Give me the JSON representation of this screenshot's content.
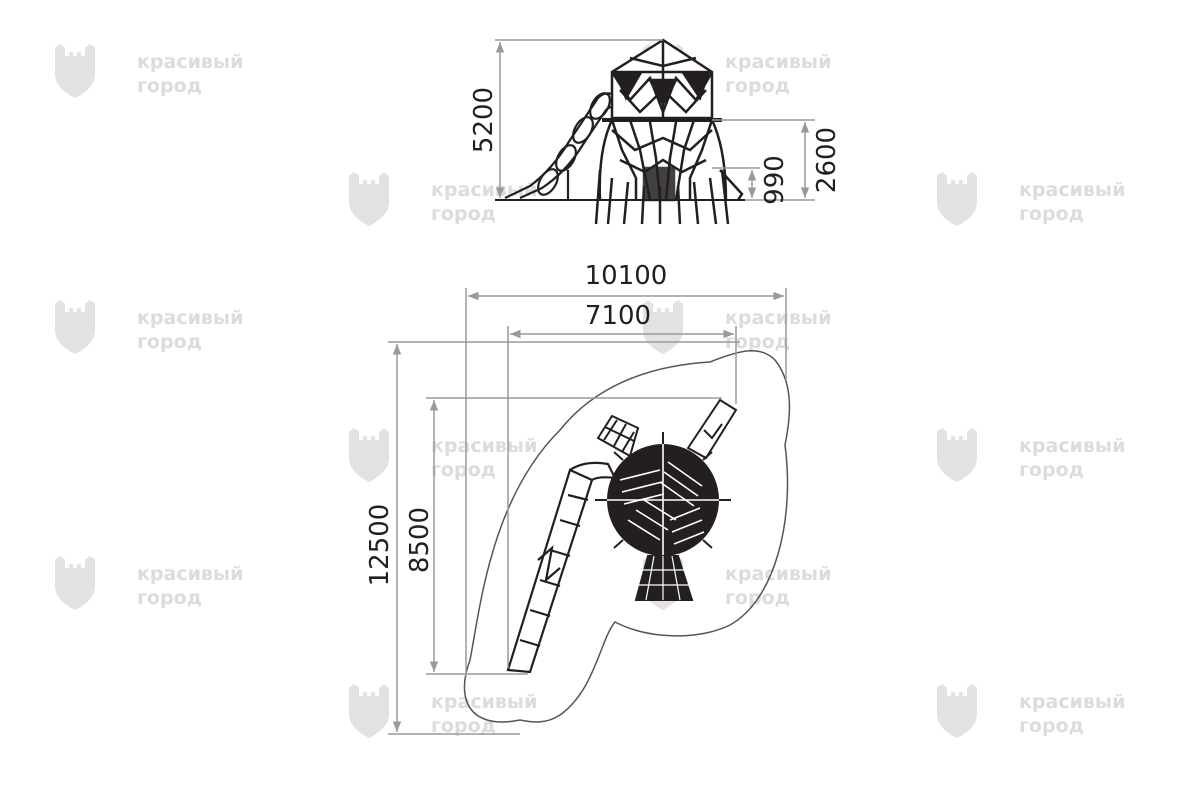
{
  "watermark": {
    "line1": "красивый",
    "line2": "город",
    "logo": "castle-shield-logo",
    "color": "#dedede"
  },
  "colors": {
    "ink": "#231f20",
    "dimension": "#9a9a9a",
    "outline": "#555555"
  },
  "side_view": {
    "dimensions": {
      "total_height": "5200",
      "platform_height": "2600",
      "lower_height": "990"
    }
  },
  "plan_view": {
    "dimensions": {
      "overall_width": "10100",
      "equipment_width": "7100",
      "overall_length": "12500",
      "equipment_length": "8500"
    }
  }
}
